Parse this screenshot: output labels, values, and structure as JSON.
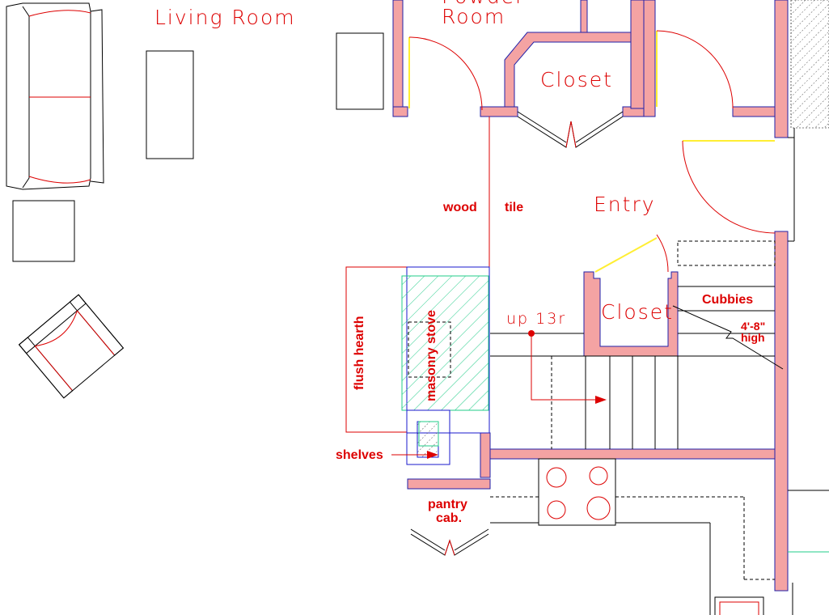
{
  "labels": {
    "living_room": "Living Room",
    "powder_room_1": "Powder",
    "powder_room_2": "Room",
    "closet_upper": "Closet",
    "entry": "Entry",
    "closet_lower": "Closet",
    "wood": "wood",
    "tile": "tile",
    "up": "up 13r",
    "cubbies": "Cubbies",
    "height_1": "4'-8\"",
    "height_2": "high",
    "flush_hearth": "flush hearth",
    "masonry_stove": "masonry stove",
    "shelves": "shelves",
    "pantry_1": "pantry",
    "pantry_2": "cab."
  },
  "colors": {
    "wall_fill": "#f4a3a3",
    "wall_edge": "#2222aa",
    "text": "#dd0000",
    "door_leaf": "#ffee33",
    "hatch": "#22cc88"
  }
}
